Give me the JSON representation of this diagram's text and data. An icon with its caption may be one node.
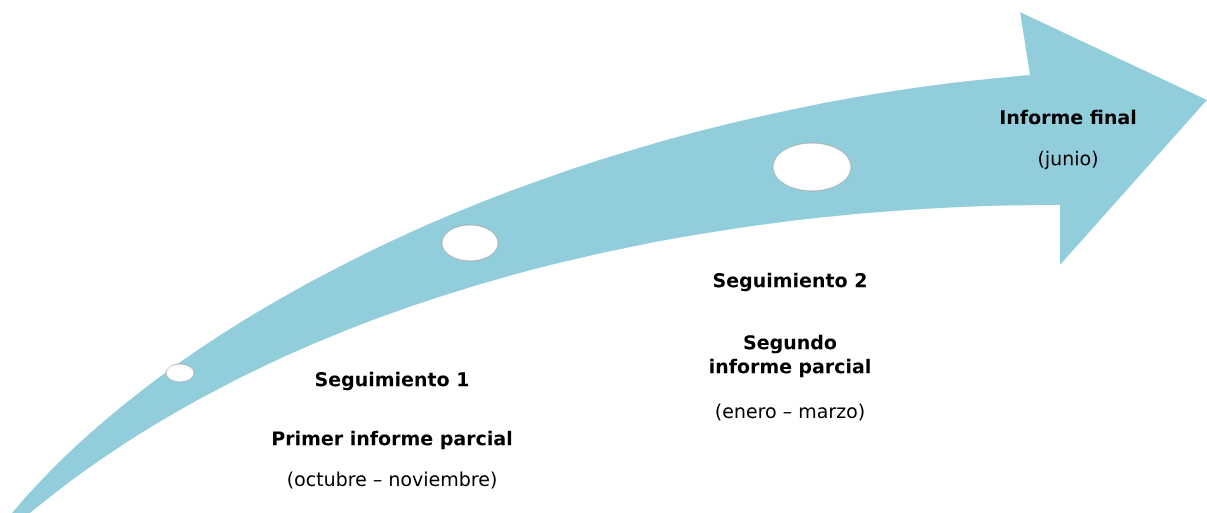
{
  "diagram": {
    "nodes": [
      {
        "text": [],
        "shape": "circle"
      },
      {
        "text": [],
        "shape": "circle"
      },
      {
        "text": [],
        "shape": "circle"
      }
    ],
    "labels": [
      "Informe final",
      "(junio)",
      "Seguimiento 2",
      "Segundo informe parcial",
      "(enero – marzo)",
      "Seguimiento 1",
      "Primer informe parcial",
      "(octubre – noviembre)"
    ]
  }
}
